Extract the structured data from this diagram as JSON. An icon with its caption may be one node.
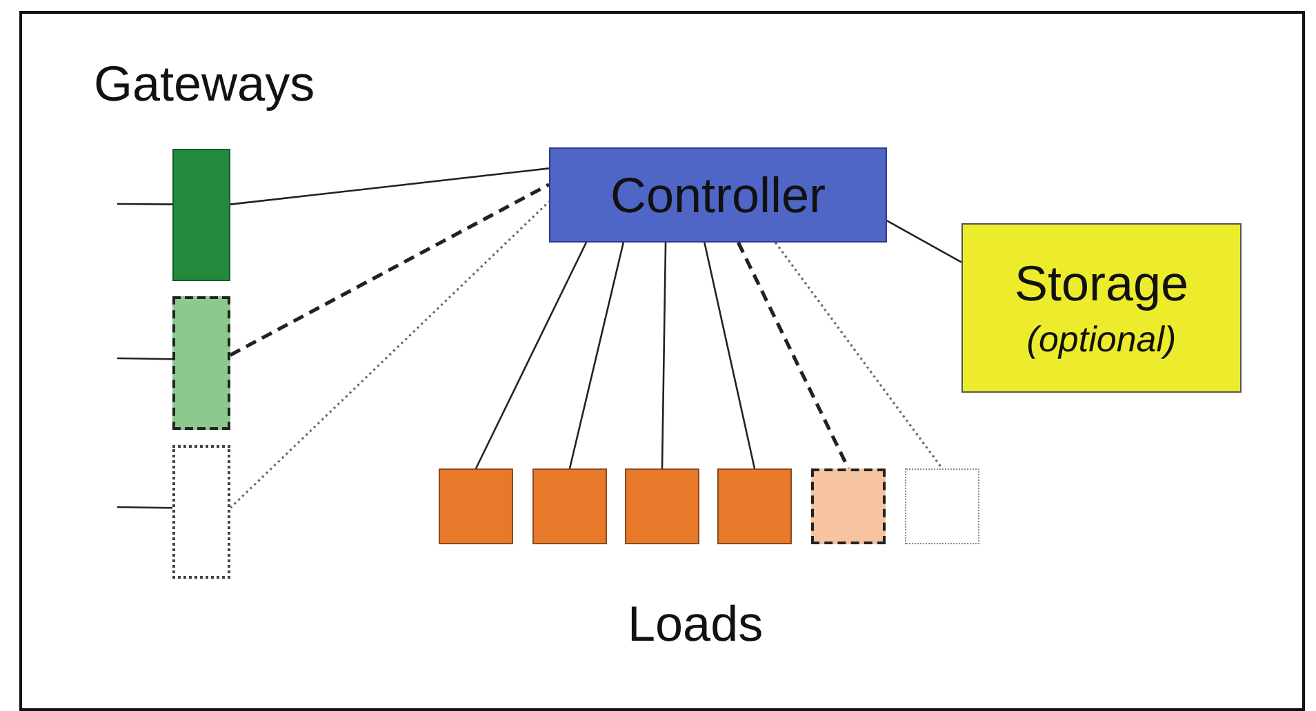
{
  "diagram": {
    "nodes": [
      {
        "text": [
          "Controller"
        ]
      },
      {
        "text": [
          "Storage",
          "(optional)"
        ]
      },
      {
        "text": [],
        "shape": "box"
      },
      {
        "text": [],
        "shape": "box"
      },
      {
        "text": [],
        "shape": "box"
      },
      {
        "text": [],
        "shape": "box"
      },
      {
        "text": [],
        "shape": "box"
      },
      {
        "text": [],
        "shape": "box"
      },
      {
        "text": [],
        "shape": "box"
      },
      {
        "text": [],
        "shape": "box"
      },
      {
        "text": [],
        "shape": "box"
      }
    ],
    "edges": [
      {
        "from": null,
        "to": 2,
        "arrow": "none"
      },
      {
        "from": null,
        "to": 3,
        "arrow": "none"
      },
      {
        "from": null,
        "to": 4,
        "arrow": "none"
      },
      {
        "from": 2,
        "to": 0,
        "arrow": "none"
      },
      {
        "from": 3,
        "to": 0,
        "arrow": "none",
        "style": "dashed"
      },
      {
        "from": 4,
        "to": 0,
        "arrow": "none",
        "style": "dashed",
        "color": "#666666"
      },
      {
        "from": 0,
        "to": 1,
        "arrow": "none"
      },
      {
        "from": 0,
        "to": 5,
        "arrow": "none"
      },
      {
        "from": 0,
        "to": 6,
        "arrow": "none"
      },
      {
        "from": 0,
        "to": 7,
        "arrow": "none"
      },
      {
        "from": 0,
        "to": 8,
        "arrow": "none"
      },
      {
        "from": 0,
        "to": 9,
        "arrow": "none",
        "style": "dashed"
      },
      {
        "from": 0,
        "to": 10,
        "arrow": "none",
        "style": "dashed",
        "color": "#666666"
      }
    ],
    "labels": [
      "Gateways",
      "Loads"
    ]
  }
}
